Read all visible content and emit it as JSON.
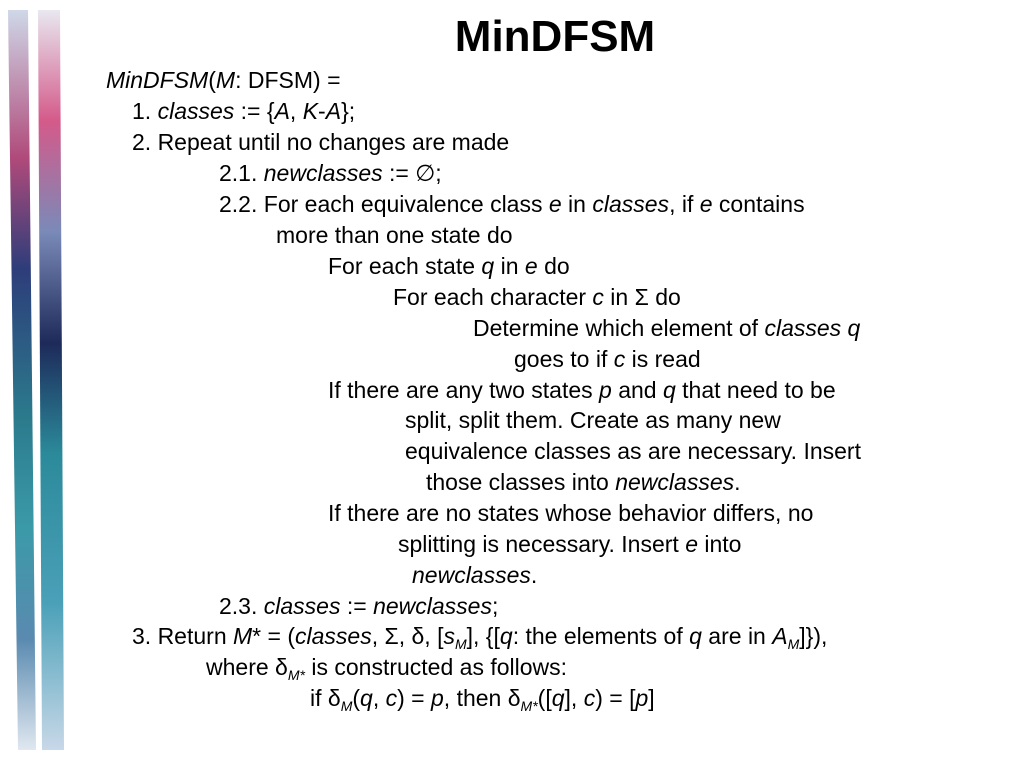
{
  "slide": {
    "title": "MinDFSM",
    "heading": {
      "fn": "MinDFSM",
      "arg": "M",
      "rest": ": DFSM) ="
    },
    "step1": {
      "num": "1.",
      "a": "classes",
      "b": " := {",
      "c": "A",
      "d": ", ",
      "e": "K",
      "f": "-",
      "g": "A",
      "h": "};"
    },
    "step2": "2.  Repeat until no changes are made",
    "step21": {
      "num": "2.1.",
      "a": "newclasses",
      "b": " := ∅;"
    },
    "step22a": {
      "num": "2.2.",
      "a": "For each equivalence class ",
      "e": "e",
      "b": " in ",
      "classes": "classes",
      "c": ", if ",
      "e2": "e",
      "d": " contains"
    },
    "step22b": "more than one state do",
    "forq": {
      "a": "For each state ",
      "q": "q",
      "b": " in ",
      "e": "e",
      "c": " do"
    },
    "forc": {
      "a": "For each character ",
      "c": "c",
      "b": " in Σ do"
    },
    "det1": {
      "a": "Determine which element of ",
      "classes": "classes",
      "q": " q"
    },
    "det2": {
      "a": "goes to if ",
      "c": "c",
      "b": " is read"
    },
    "if1": {
      "a": "If there are any two states ",
      "p": "p",
      "b": " and ",
      "q": "q",
      "c": " that need to be"
    },
    "if1b": "split, split them.  Create as many new",
    "if1c": "equivalence classes as are necessary.  Insert",
    "if1d": {
      "a": "those classes into ",
      "nc": "newclasses",
      "b": "."
    },
    "if2": "If there are no states whose behavior differs, no",
    "if2b": {
      "a": "splitting is necessary.  Insert ",
      "e": "e",
      "b": " into"
    },
    "if2c": {
      "nc": "newclasses",
      "b": "."
    },
    "step23": {
      "num": "2.3.",
      "a": "classes",
      "b": " := ",
      "c": "newclasses",
      "d": ";"
    },
    "step3": {
      "num": "3.  Return ",
      "m": "M",
      "star": "*",
      "eq": " = (",
      "classes": "classes",
      "mid": ", Σ, δ, [",
      "s": "s",
      "ssub": "M",
      "mid2": "], {[",
      "q": "q",
      "mid3": ": the elements of ",
      "q2": "q",
      "mid4": " are in ",
      "a": "A",
      "asub": "M",
      "end": "]}),"
    },
    "where": {
      "a": "where δ",
      "sub": "M*",
      "b": " is constructed as follows:"
    },
    "ifdelta": {
      "a": "if δ",
      "sub1": "M",
      "b": "(",
      "q": "q",
      "c": ", ",
      "cc": "c",
      "d": ") = ",
      "p": "p",
      "e": ", then δ",
      "sub2": "M*",
      "f": "([",
      "q2": "q",
      "g": "], ",
      "c2": "c",
      "h": ") = [",
      "p2": "p",
      "i": "]"
    }
  },
  "colors": {
    "strip_teal": "#2b7a8c",
    "strip_pink": "#d45a8a",
    "strip_navy": "#1d2a5a"
  }
}
